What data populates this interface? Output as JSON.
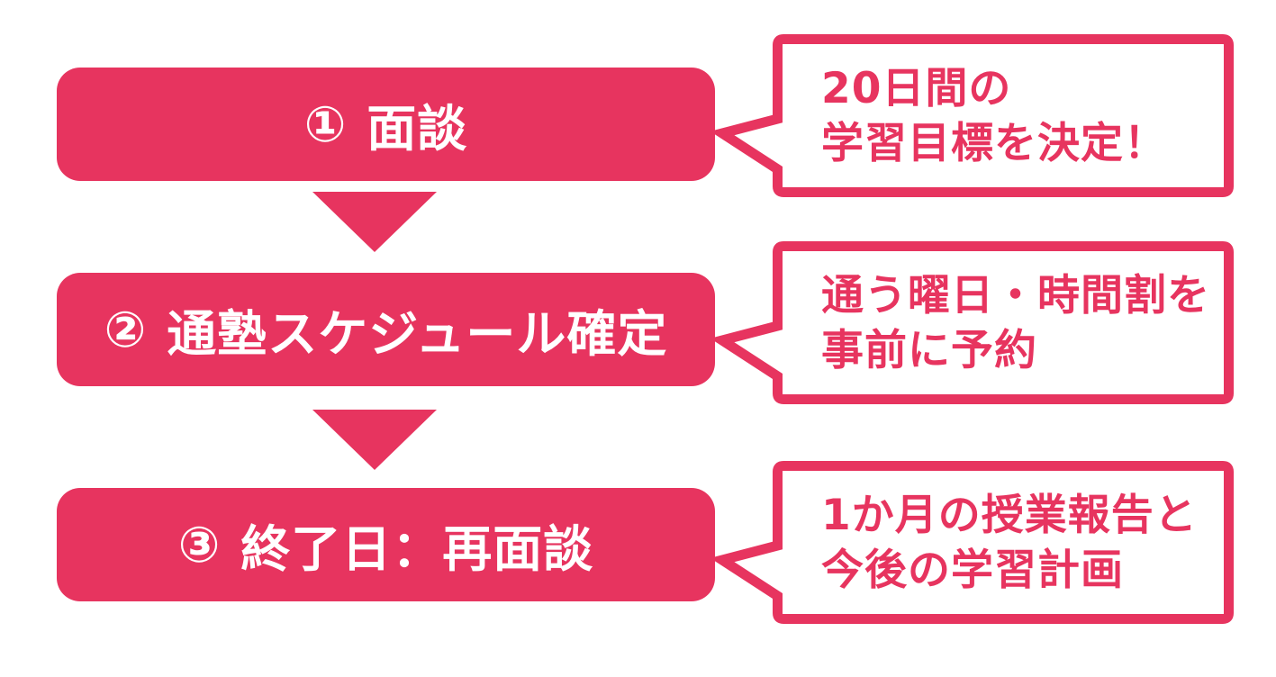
{
  "colors": {
    "accent": "#E7345F",
    "background": "#FFFFFF",
    "step_text": "#FFFFFF",
    "callout_text": "#E7345F"
  },
  "icons": {
    "down_arrow": "▼"
  },
  "steps": [
    {
      "number": "①",
      "label": "面談",
      "callout_line1": "20日間の",
      "callout_line2": "学習目標を決定！"
    },
    {
      "number": "②",
      "label": "通塾スケジュール確定",
      "callout_line1": "通う曜日・時間割を",
      "callout_line2": "事前に予約"
    },
    {
      "number": "③",
      "label": "終了日：再面談",
      "callout_line1": "1か月の授業報告と",
      "callout_line2": "今後の学習計画"
    }
  ]
}
